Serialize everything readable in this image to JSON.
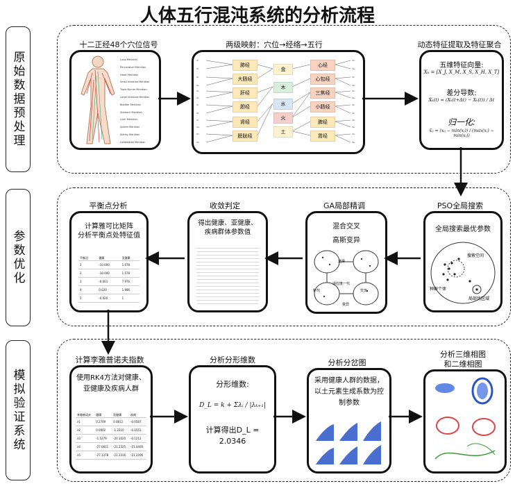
{
  "title": "人体五行混沌系统的分析流程",
  "stages": [
    "原始数据预处理",
    "参数优化",
    "模拟验证系统"
  ],
  "row1": {
    "c1_caption": "十二正经48个穴位信号",
    "body_labels": [
      "Lung Meridian",
      "Pericardium Meridian",
      "Heart Meridian",
      "Small Intestine Meridian",
      "Triple Burner Meridian",
      "Large Intestine Meridian",
      "Bladder Meridian",
      "Stomach Meridian",
      "Liver Meridian",
      "Spleen Meridian",
      "Kidney Meridian",
      "Gallbladder Meridian"
    ],
    "c2_caption": "两级映射：穴位→经络→五行",
    "left_meridians": [
      "肺经",
      "大肠经",
      "肝经",
      "胆经",
      "肾经",
      "膀胱经"
    ],
    "elements": [
      "金",
      "木",
      "水",
      "火",
      "土"
    ],
    "right_meridians": [
      "心经",
      "心包经",
      "三焦经",
      "小肠经",
      "脾经",
      "胃经"
    ],
    "c3_caption": "动态特征提取及特征聚合",
    "vec_title": "五维特征向量:",
    "vec_formula": "Xₖ = [X_J, X_M, X_S, X_H, X_T]",
    "diff_title": "差分导数:",
    "diff_formula": "Ẋₖ(t) = (Xₖ(t+Δt) − Xₖ(t)) / Δt",
    "norm_title": "归一化:",
    "norm_formula": "x̃ᵢⱼ = (xᵢⱼ − min(xⱼ)) / (max(xⱼ) − min(xⱼ))"
  },
  "row2": {
    "pso_caption": "PSO全局搜索",
    "pso_text": "全局搜索最优参数",
    "pso_labels": [
      "搜索空间",
      "种群个体",
      "局部优区域"
    ],
    "ga_caption": "GA局部精调",
    "ga_text1": "混合交叉",
    "ga_text2": "高斯变异",
    "ga_labels": [
      "选择",
      "交叉",
      "变异",
      "适应度一代",
      "新代"
    ],
    "conv_caption": "收敛判定",
    "conv_text": "得出健康、亚健康、疾病群体参数值",
    "eq_caption": "平衡点分析",
    "eq_text1": "计算雅可比矩阵",
    "eq_text2": "分析平衡点处特征值",
    "eq_table_head": [
      "平衡点",
      "健康",
      "亚健康"
    ],
    "eq_table_rows": [
      [
        "1",
        "-10.000",
        "1.578"
      ],
      [
        "2",
        "-10.000",
        "1.578"
      ],
      [
        "3",
        "-0.001",
        "7.976"
      ],
      [
        "4",
        "0.020",
        "1.986"
      ],
      [
        "5",
        "-0.020",
        "1"
      ]
    ]
  },
  "row3": {
    "ly_caption": "计算李雅普诺夫指数",
    "ly_text": "使用RK4方法对健康、亚健康及疾病人群",
    "ly_table_head": [
      "李雅普诺夫",
      "健康",
      "亚健康",
      "疾病"
    ],
    "ly_table_rows": [
      [
        "λ1",
        "0.2709",
        "0.0812",
        "-0.0587"
      ],
      [
        "λ2",
        "0.0002",
        "-1.2210",
        "-0.1551"
      ],
      [
        "λ3",
        "-1.5279",
        "-20.1020",
        "-0.1212"
      ],
      [
        "λ4",
        "-27.0811",
        "-21.2325",
        "-21.0400"
      ],
      [
        "λ5",
        "-27.1378",
        "-21.3316",
        "-21.2206"
      ]
    ],
    "fd_caption": "分析分形维数",
    "fd_title": "分形维数:",
    "fd_formula": "D_L = k + Σλᵢ / |λₖ₊₁|",
    "fd_result1": "计算得出D_L =",
    "fd_result2": "2.0346",
    "bif_caption": "分析分岔图",
    "bif_text": "采用健康人群的数据，以土元素生成系数为控制参数",
    "ph_caption1": "分析三维相图",
    "ph_caption2": "和二维相图"
  }
}
